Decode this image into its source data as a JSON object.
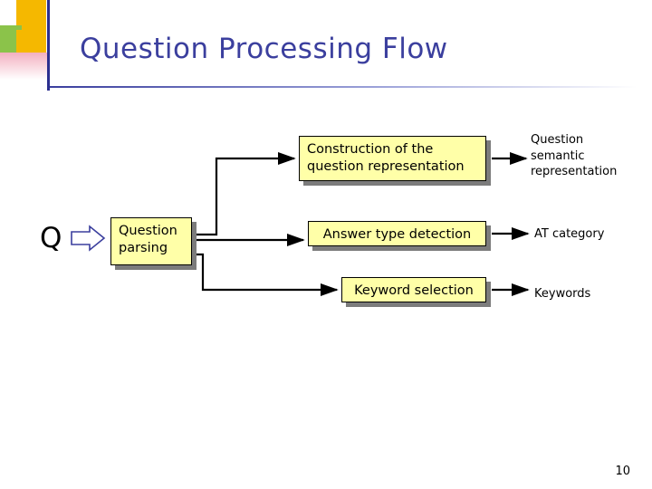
{
  "slide": {
    "title": "Question Processing Flow",
    "page_number": "10",
    "input_symbol": "Q"
  },
  "diagram": {
    "type": "flow",
    "boxes": [
      {
        "id": "construction",
        "label": "Construction of the question representation"
      },
      {
        "id": "parsing",
        "label": "Question parsing"
      },
      {
        "id": "answertype",
        "label": "Answer type detection"
      },
      {
        "id": "keyword",
        "label": "Keyword selection"
      }
    ],
    "outputs": [
      {
        "id": "qsr",
        "label": "Question semantic representation"
      },
      {
        "id": "at",
        "label": "AT category"
      },
      {
        "id": "kw",
        "label": "Keywords"
      }
    ],
    "colors": {
      "box_fill": "#ffffa8",
      "box_border": "#000000",
      "box_shadow": "#7c7c7c",
      "title": "#3b3f9e",
      "arrow": "#000000",
      "accent_gold": "#f5b800",
      "accent_green": "#8bc34a",
      "accent_pink": "#f3b0c0",
      "accent_blue": "#2b2f8f"
    }
  }
}
